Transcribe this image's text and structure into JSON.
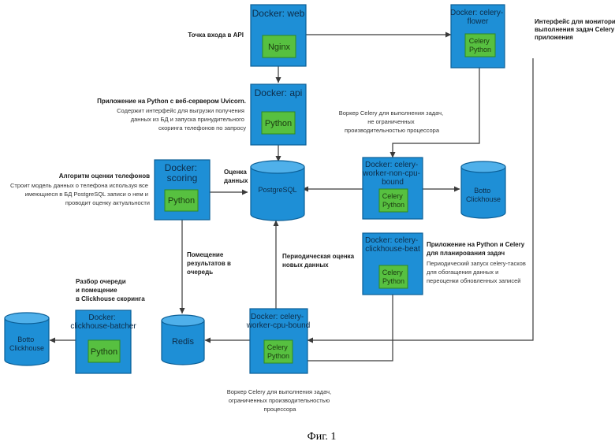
{
  "blocks": {
    "web": {
      "title": [
        "Docker: web"
      ],
      "inner": [
        "Nginx"
      ]
    },
    "api": {
      "title": [
        "Docker: api"
      ],
      "inner": [
        "Python"
      ]
    },
    "scoring": {
      "title": [
        "Docker:",
        "scoring"
      ],
      "inner": [
        "Python"
      ]
    },
    "flower": {
      "title": [
        "Docker: celery-",
        "flower"
      ],
      "inner": [
        "Celery",
        "Python"
      ]
    },
    "noncpu": {
      "title": [
        "Docker: celery-",
        "worker-non-cpu-",
        "bound"
      ],
      "inner": [
        "Celery",
        "Python"
      ]
    },
    "beat": {
      "title": [
        "Docker: celery-",
        "clickhouse-beat"
      ],
      "inner": [
        "Celery",
        "Python"
      ]
    },
    "cpu": {
      "title": [
        "Docker: celery-",
        "worker-cpu-bound"
      ],
      "inner": [
        "Celery",
        "Python"
      ]
    },
    "batcher": {
      "title": [
        "Docker:",
        "clickhouse-batcher"
      ],
      "inner": [
        "Python"
      ]
    }
  },
  "databases": {
    "postgres": [
      "PostgreSQL"
    ],
    "redis": [
      "Redis"
    ],
    "clickhouse_right": [
      "Botto",
      "Clickhouse"
    ],
    "clickhouse_left": [
      "Botto",
      "Clickhouse"
    ]
  },
  "labels": {
    "api_entry": [
      "Точка входа в API"
    ],
    "api_app": [
      "Приложение на Python с веб-сервером Uvicorn."
    ],
    "api_desc": [
      "Содержит интерфейс для выгрузки получения",
      "данных из БД и запуска принудительного",
      "скоринга телефонов по запросу"
    ],
    "scoring_head": [
      "Алгоритм оценки телефонов"
    ],
    "scoring_desc": [
      "Строит модель данных о телефона используя все",
      "имеющиеся в БД PostgreSQL записи о нем и",
      "проводит оценку актуальности"
    ],
    "data_eval": [
      "Оценка",
      "данных"
    ],
    "queue_put": [
      "Помещение",
      "результатов в",
      "очередь"
    ],
    "periodic_eval": [
      "Периодическая оценка",
      "новых данных"
    ],
    "queue_parse": [
      "Разбор очереди",
      "и помещение",
      "в Clickhouse скоринга"
    ],
    "flower_desc": [
      "Интерфейс для мониторинга",
      "выполнения задач Celery",
      "приложения"
    ],
    "noncpu_desc": [
      "Воркер Celery для выполнения задач,",
      "не ограниченных",
      "производительностью процессора"
    ],
    "beat_head": [
      "Приложение на Python и Celery",
      "для планирования задач"
    ],
    "beat_desc": [
      "Периодический запуск celery-тасков",
      "для обогащения данных и",
      "переоценки обновленных записей"
    ],
    "cpu_desc": [
      "Воркер Celery для выполнения задач,",
      "ограниченных производительностью",
      "процессора"
    ]
  },
  "caption": "Фиг. 1"
}
